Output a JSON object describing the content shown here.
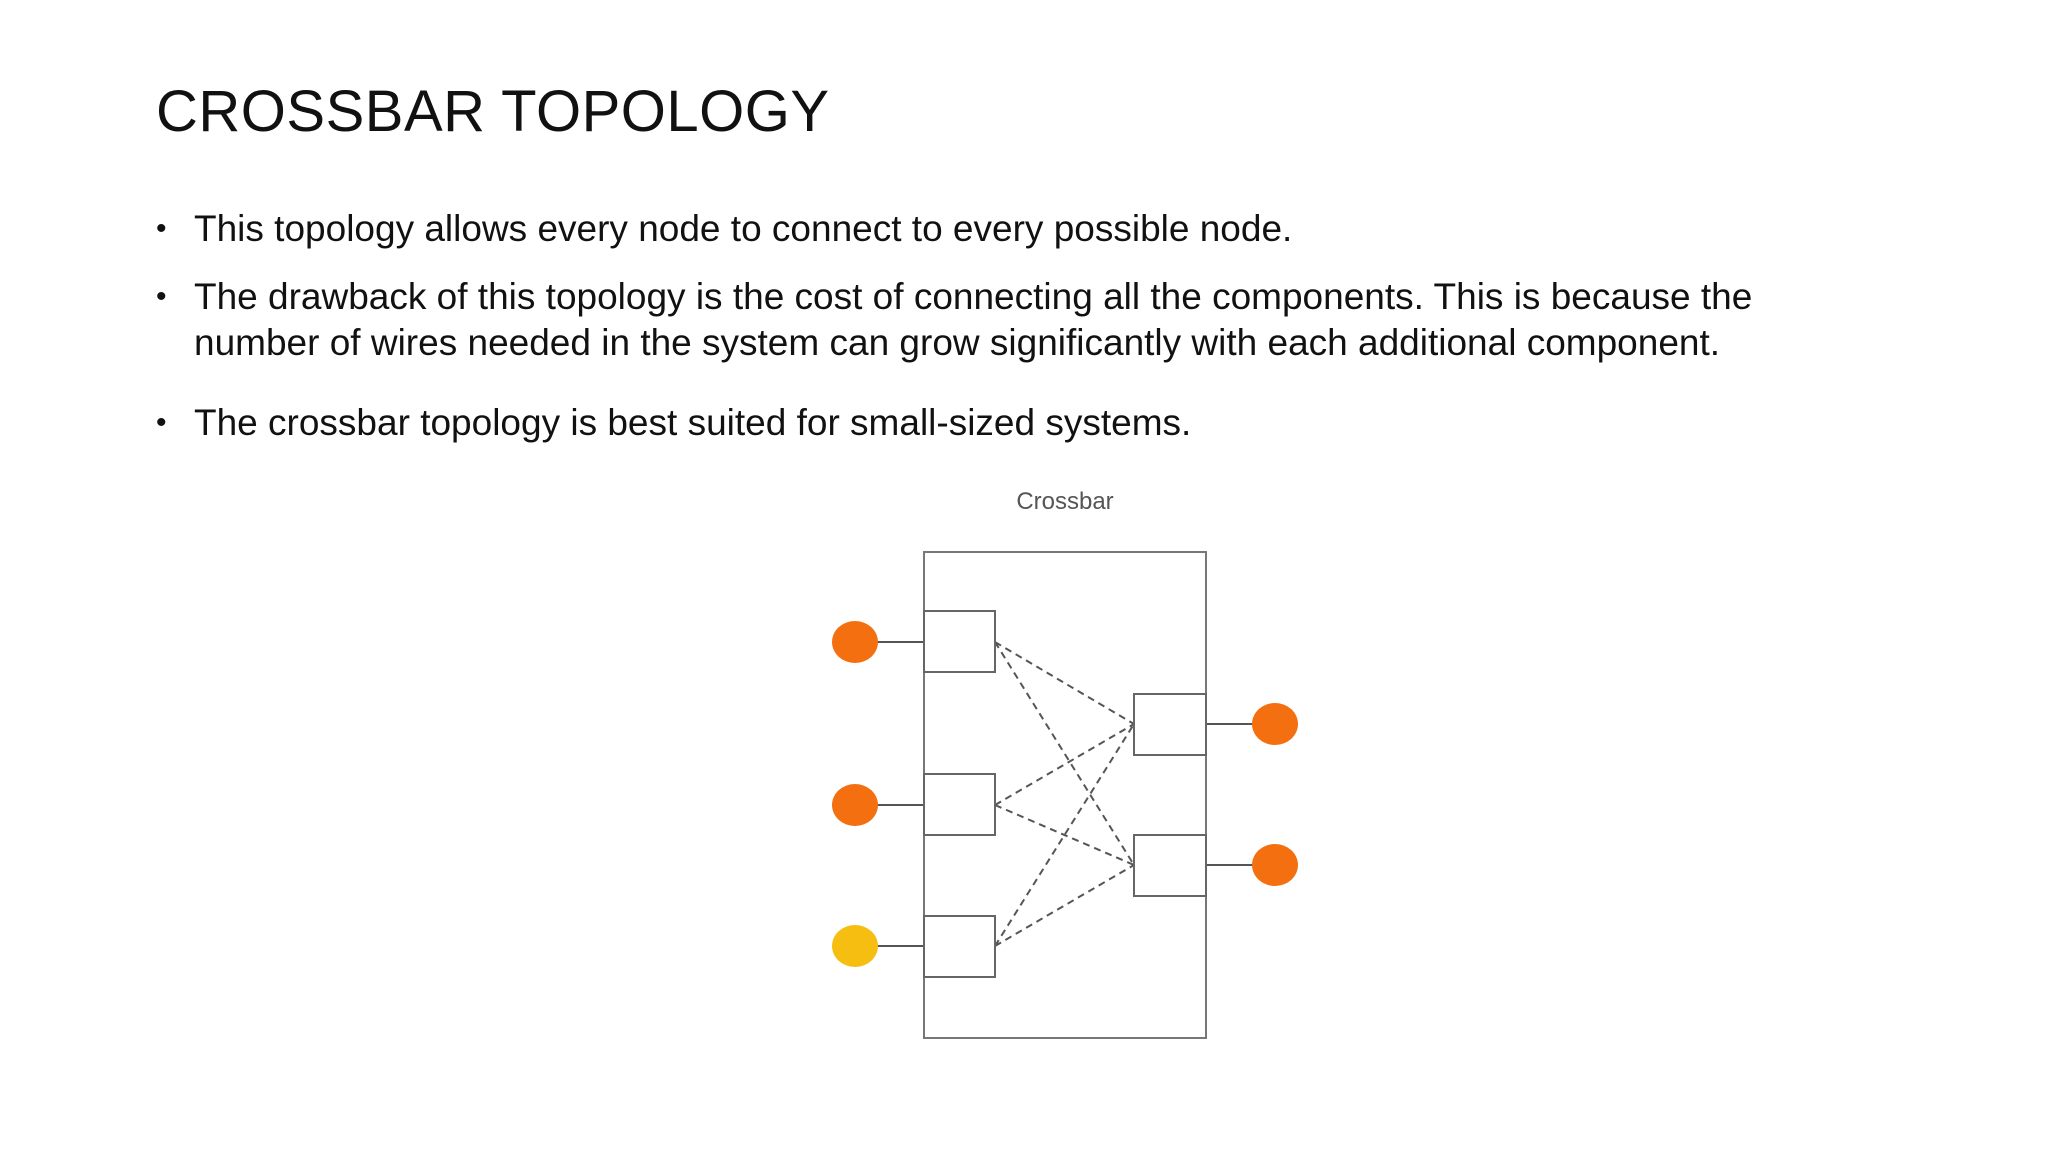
{
  "slide": {
    "title": "CROSSBAR TOPOLOGY",
    "bullets": [
      "This topology allows every node to connect to every possible node.",
      "The drawback of this topology is the cost of connecting all the components. This is because the number of wires needed in the system can grow significantly with each additional component.",
      "The crossbar topology is best suited for small-sized systems."
    ]
  },
  "diagram": {
    "label": "Crossbar",
    "colors": {
      "node_orange": "#f36f10",
      "node_yellow": "#f7be12",
      "frame": "#777777",
      "dashed": "#555555"
    },
    "left_nodes": [
      {
        "id": "L1",
        "color": "orange"
      },
      {
        "id": "L2",
        "color": "orange"
      },
      {
        "id": "L3",
        "color": "yellow"
      }
    ],
    "right_nodes": [
      {
        "id": "R1",
        "color": "orange"
      },
      {
        "id": "R2",
        "color": "orange"
      }
    ],
    "connections": "every left switch connects to every right switch"
  }
}
